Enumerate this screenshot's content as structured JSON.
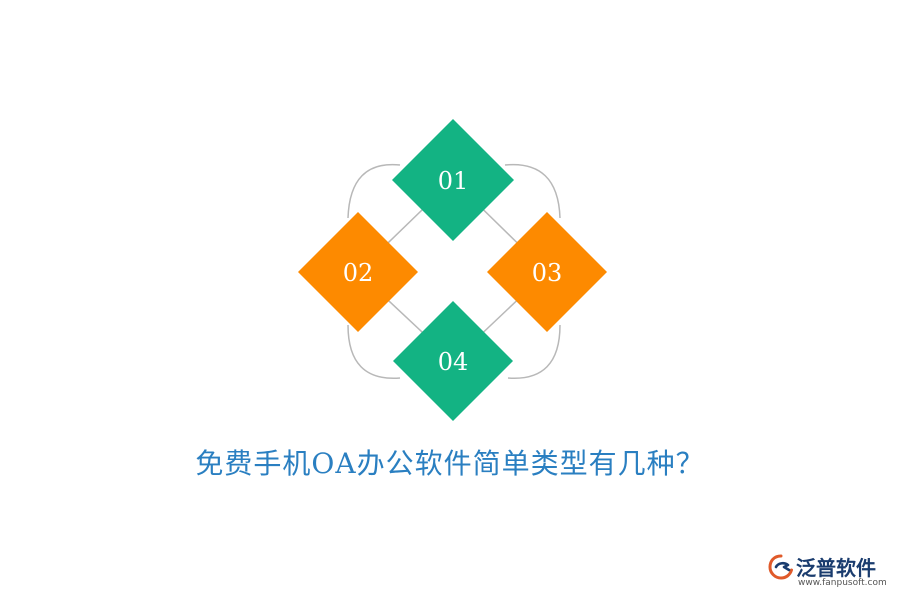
{
  "diagram": {
    "items": [
      {
        "id": "01",
        "label": "01",
        "color": "#13b383"
      },
      {
        "id": "02",
        "label": "02",
        "color": "#fd8a00"
      },
      {
        "id": "03",
        "label": "03",
        "color": "#fd8a00"
      },
      {
        "id": "04",
        "label": "04",
        "color": "#13b383"
      }
    ],
    "connector_color": "#b8b8b8"
  },
  "title": "免费手机OA办公软件简单类型有几种？",
  "title_color": "#2a7fc1",
  "brand": {
    "name": "泛普软件",
    "url": "www.fanpusoft.com",
    "name_color": "#1a3c6e",
    "logo_color": "#e05a2a"
  }
}
